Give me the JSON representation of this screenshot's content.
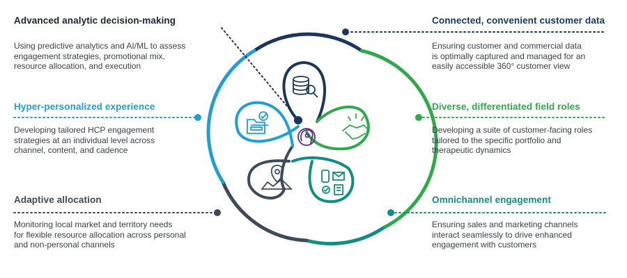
{
  "colors": {
    "navy": "#1b365d",
    "sky": "#1f9fd8",
    "green": "#2eaa4a",
    "teal": "#0f8f83",
    "slate": "#3e4a59",
    "charcoal": "#2b3440",
    "purple": "#5b2a86"
  },
  "blocks": {
    "advanced": {
      "title": "Advanced analytic decision-making",
      "lines": [
        "Using predictive analytics and AI/ML to assess",
        "engagement strategies, promotional mix,",
        "resource allocation, and execution"
      ]
    },
    "hyper": {
      "title": "Hyper-personalized experience",
      "lines": [
        "Developing tailored HCP engagement",
        "strategies at an individual level across",
        "channel, content, and cadence"
      ]
    },
    "adaptive": {
      "title": "Adaptive allocation",
      "lines": [
        "Monitoring local market and territory needs",
        "for flexible resource allocation across personal",
        "and non-personal channels"
      ]
    },
    "connected": {
      "title": "Connected, convenient customer data",
      "lines": [
        "Ensuring customer and commercial data",
        "is optimally captured and managed for an",
        "easily accessible 360° customer view"
      ]
    },
    "diverse": {
      "title": "Diverse, differentiated field roles",
      "lines": [
        "Developing a suite of customer-facing roles",
        "tailored to the specific portfolio and",
        "therapeutic dynamics"
      ]
    },
    "omni": {
      "title": "Omnichannel engagement",
      "lines": [
        "Ensuring sales and marketing channels",
        "interact seamlessly to drive enhanced",
        "engagement with customers"
      ]
    }
  },
  "icons": {
    "center": "brain-gear-icon",
    "top": "database-search-icon",
    "left": "folders-check-icon",
    "right": "handshake-icon",
    "bottom_left": "map-pin-icon",
    "bottom_right": "channels-icon"
  }
}
